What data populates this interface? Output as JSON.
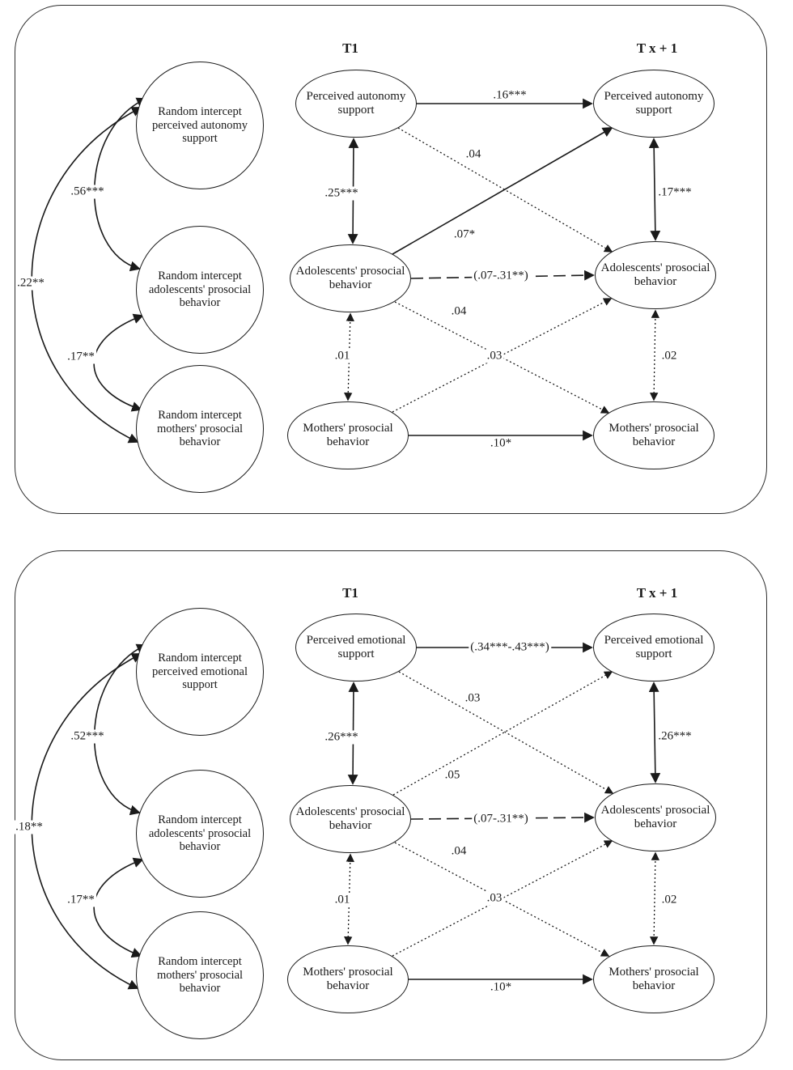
{
  "figure": {
    "panels": [
      {
        "id": "perceived-autonomy-support-model",
        "headers": {
          "t1": "T1",
          "tx1": "T x + 1"
        },
        "random_intercepts": {
          "top": "Random intercept perceived autonomy support",
          "middle": "Random intercept adolescents' prosocial behavior",
          "bottom": "Random intercept mothers' prosocial behavior"
        },
        "ri_correlations": {
          "top_middle": ".56***",
          "top_bottom": ".22**",
          "middle_bottom": ".17**"
        },
        "t1_nodes": {
          "top": "Perceived autonomy support",
          "middle": "Adolescents' prosocial behavior",
          "bottom": "Mothers' prosocial behavior"
        },
        "tx1_nodes": {
          "top": "Perceived autonomy support",
          "middle": "Adolescents' prosocial behavior",
          "bottom": "Mothers' prosocial behavior"
        },
        "coefficients": {
          "stability_top": ".16***",
          "stability_middle": "(.07-.31**)",
          "stability_bottom": ".10*",
          "cross_support_to_adolescents": ".04",
          "cross_adolescents_to_support": ".07*",
          "cross_adolescents_to_mothers": ".04",
          "cross_mothers_to_adolescents": ".03",
          "covariance_t1_top": ".25***",
          "covariance_t1_bottom": ".01",
          "covariance_tx1_top": ".17***",
          "covariance_tx1_bottom": ".02"
        }
      },
      {
        "id": "perceived-emotional-support-model",
        "headers": {
          "t1": "T1",
          "tx1": "T x + 1"
        },
        "random_intercepts": {
          "top": "Random intercept perceived emotional support",
          "middle": "Random intercept adolescents' prosocial behavior",
          "bottom": "Random intercept mothers' prosocial behavior"
        },
        "ri_correlations": {
          "top_middle": ".52***",
          "top_bottom": ".18**",
          "middle_bottom": ".17**"
        },
        "t1_nodes": {
          "top": "Perceived emotional support",
          "middle": "Adolescents' prosocial behavior",
          "bottom": "Mothers' prosocial behavior"
        },
        "tx1_nodes": {
          "top": "Perceived emotional support",
          "middle": "Adolescents' prosocial behavior",
          "bottom": "Mothers' prosocial behavior"
        },
        "coefficients": {
          "stability_top": "(.34***-.43***)",
          "stability_middle": "(.07-.31**)",
          "stability_bottom": ".10*",
          "cross_support_to_adolescents": ".03",
          "cross_adolescents_to_support": ".05",
          "cross_adolescents_to_mothers": ".04",
          "cross_mothers_to_adolescents": ".03",
          "covariance_t1_top": ".26***",
          "covariance_t1_bottom": ".01",
          "covariance_tx1_top": ".26***",
          "covariance_tx1_bottom": ".02"
        }
      }
    ]
  }
}
